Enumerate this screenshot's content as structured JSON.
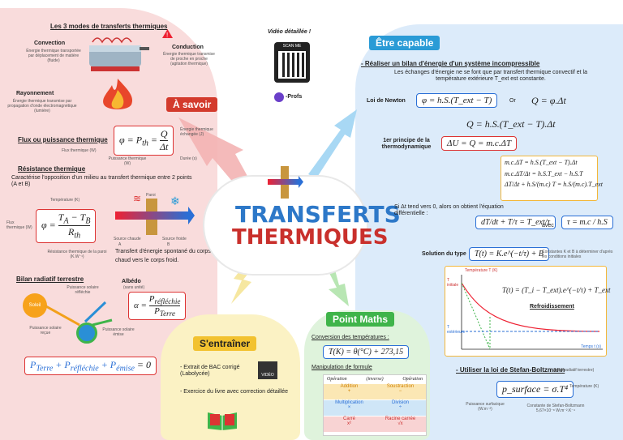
{
  "left": {
    "title": "Les 3 modes de transferts thermiques",
    "convection": {
      "label": "Convection",
      "desc": "Énergie thermique transportée par déplacement de matière (fluide)"
    },
    "conduction": {
      "label": "Conduction",
      "desc": "Énergie thermique transmise de proche en proche (agitation thermique)"
    },
    "rayonnement": {
      "label": "Rayonnement",
      "desc": "Énergie thermique transmise par propagation d'onde électromagnétique (lumière)"
    },
    "savoir": "À savoir",
    "flux_title": "Flux ou puissance thermique",
    "flux_eq": "φ = P_th = Q / Δt",
    "flux_q": "Énergie thermique échangée (J)",
    "flux_w": "Flux thermique (W)",
    "flux_p": "Puissance thermique (W)",
    "flux_dt": "Durée (s)",
    "res_title": "Résistance thermique",
    "res_desc": "Caractérise l'opposition d'un milieu au transfert thermique entre 2 points (A et B)",
    "res_temp": "Température (K)",
    "res_flux": "Flux thermique (W)",
    "res_eq": "φ = (T_A − T_B) / R_th",
    "res_r": "Résistance thermique de la paroi (K.W⁻¹)",
    "paroi": "Paroi",
    "source_chaude": "Source chaude",
    "source_froide": "Source froide",
    "a": "A",
    "b": "B",
    "spontane": "Transfert d'énergie spontané du corps chaud vers le corps froid.",
    "bilan_title": "Bilan radiatif terrestre",
    "albedo": "Albédo",
    "albedo_sub": "(sans unité)",
    "albedo_eq": "α = P_réfléchie / P_Terre",
    "p_reflechie": "Puissance solaire réfléchie",
    "p_recue": "Puissance solaire reçue",
    "p_emise": "Puissance solaire émise",
    "soleil": "Soleil",
    "bilan_eq": "P_Terre + P_réfléchie + P_émise = 0"
  },
  "center": {
    "video_label": "Vidéo détaillée !",
    "scan": "SCAN ME",
    "profs": "-Profs",
    "title1": "TRANSFERTS",
    "title2": "THERMIQUES"
  },
  "right": {
    "tag": "Être capable",
    "bilan_title": "- Réaliser un bilan d'énergie d'un système incompressible",
    "bilan_desc": "Les échanges d'énergie ne se font que par transfert thermique convectif et la température extérieure T_ext est constante.",
    "newton_label": "Loi de Newton",
    "newton_eq": "φ = h.S.(T_ext − T)",
    "or": "Or",
    "q_eq": "Q = φ.Δt",
    "q2_eq": "Q = h.S.(T_ext − T).Δt",
    "principe_label": "1er principe de la thermodynamique",
    "principe_eq": "ΔU = Q = m.c.ΔT",
    "eq1": "m.c.ΔT = h.S.(T_ext − T).Δt",
    "eq2": "m.c.ΔT/Δt = h.S.T_ext − h.S.T",
    "eq3": "ΔT/Δt + h.S/(m.c) T = h.S/(m.c).T_ext",
    "si_dt": "Si Δt tend vers 0, alors on obtient l'équation différentielle :",
    "diff_eq": "dT/dt + T/τ = T_ext/τ",
    "avec": "avec",
    "tau_eq": "τ = m.c / h.S",
    "solution_label": "Solution du type",
    "solution_eq": "T(t) = K.e^(−t/τ) + B",
    "constantes": "Constantes K et B à déterminer d'après les conditions initiales",
    "graph_y": "Température T (K)",
    "graph_x": "Temps t (s)",
    "graph_eq": "T(t) = (T_i − T_ext).e^(−t/τ) + T_ext",
    "refroid": "Refroidissement",
    "t_initiale": "T initiale",
    "t_exterieure": "T extérieure",
    "tau": "τ",
    "stefan_title": "- Utiliser la loi de Stefan-Boltzmann",
    "stefan_sub": "(bilan radiatif terrestre)",
    "stefan_eq": "p_surface = σ.T⁴",
    "stefan_t": "Température (K)",
    "stefan_p": "Puissance surfacique (W.m⁻²)",
    "stefan_c": "Constante de Stefan-Boltzmann 5,67×10⁻⁸ W.m⁻².K⁻⁴"
  },
  "train": {
    "tag": "S'entraîner",
    "item1": "- Extrait de BAC corrigé (Labolycée)",
    "item2": "- Exercice du livre avec correction détaillée",
    "video": "VIDÉO"
  },
  "maths": {
    "tag": "Point Maths",
    "conv_title": "Conversion des températures :",
    "conv_eq": "T(K) = θ(°C) + 273,15",
    "manip_title": "Manipulation de formule",
    "op": "Opération",
    "inverse": "(inverse)",
    "op2": "Opération",
    "rows": [
      {
        "a": "Addition",
        "as": "+",
        "b": "Soustraction",
        "bs": "−"
      },
      {
        "a": "Multiplication",
        "as": "×",
        "b": "Division",
        "bs": "÷"
      },
      {
        "a": "Carré",
        "as": "x²",
        "b": "Racine carrée",
        "bs": "√x"
      }
    ]
  },
  "colors": {
    "red": "#d33a2c",
    "blue": "#2a6fd6",
    "yellow": "#f2c230",
    "green": "#3fb44a"
  }
}
